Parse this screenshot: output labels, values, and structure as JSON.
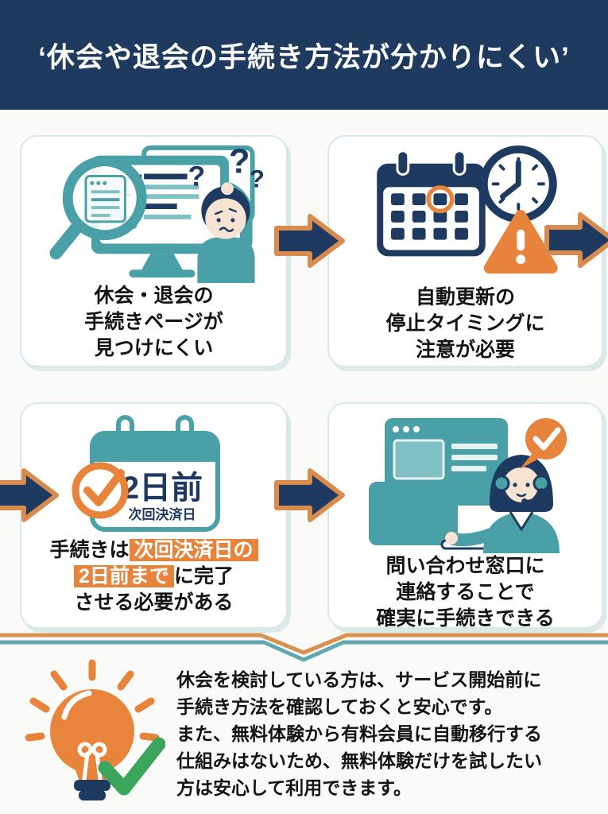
{
  "palette": {
    "navy": "#1e3a5f",
    "teal": "#4aa0a7",
    "teal_light": "#7fc0c4",
    "orange": "#e8833c",
    "arrow_outline": "#d98a4d",
    "green": "#3ba55d",
    "card_border": "#d6e8e8",
    "page_bg": "#fafbf9",
    "text": "#141414"
  },
  "header": {
    "title": "‘休会や退会の手続き方法が分かりにくい’"
  },
  "cards": [
    {
      "name": "find-procedure-page",
      "icon": "magnifier-monitor-confused-user-icon",
      "question_marks": [
        "?",
        "?",
        "?"
      ],
      "lines": [
        "休会・退会の",
        "手続きページが",
        "見つけにくい"
      ]
    },
    {
      "name": "auto-renewal-warning",
      "icon": "calendar-clock-warning-icon",
      "lines": [
        "自動更新の",
        "停止タイミングに",
        "注意が必要"
      ]
    },
    {
      "name": "deadline-two-days-before",
      "icon": "calendar-deadline-check-icon",
      "calendar": {
        "big": "2日前",
        "small": "次回決済日"
      },
      "rich_lines": [
        [
          {
            "text": "手続きは",
            "highlight": false
          },
          {
            "text": "次回決済日の",
            "highlight": true
          }
        ],
        [
          {
            "text": "2日前まで",
            "highlight": true
          },
          {
            "text": "に完了",
            "highlight": false
          }
        ],
        [
          {
            "text": "させる必要がある",
            "highlight": false
          }
        ]
      ]
    },
    {
      "name": "contact-support",
      "icon": "support-agent-check-icon",
      "lines": [
        "問い合わせ窓口に",
        "連絡することで",
        "確実に手続きできる"
      ]
    }
  ],
  "arrows": {
    "icon": "flow-arrow-right-icon",
    "count": 4
  },
  "divider": {
    "icon": "chevron-divider"
  },
  "note": {
    "icon": "lightbulb-check-icon",
    "lines": [
      "休会を検討している方は、サービス開始前に",
      "手続き方法を確認しておくと安心です。",
      "また、無料体験から有料会員に自動移行する",
      "仕組みはないため、無料体験だけを試したい",
      "方は安心して利用できます。"
    ]
  }
}
